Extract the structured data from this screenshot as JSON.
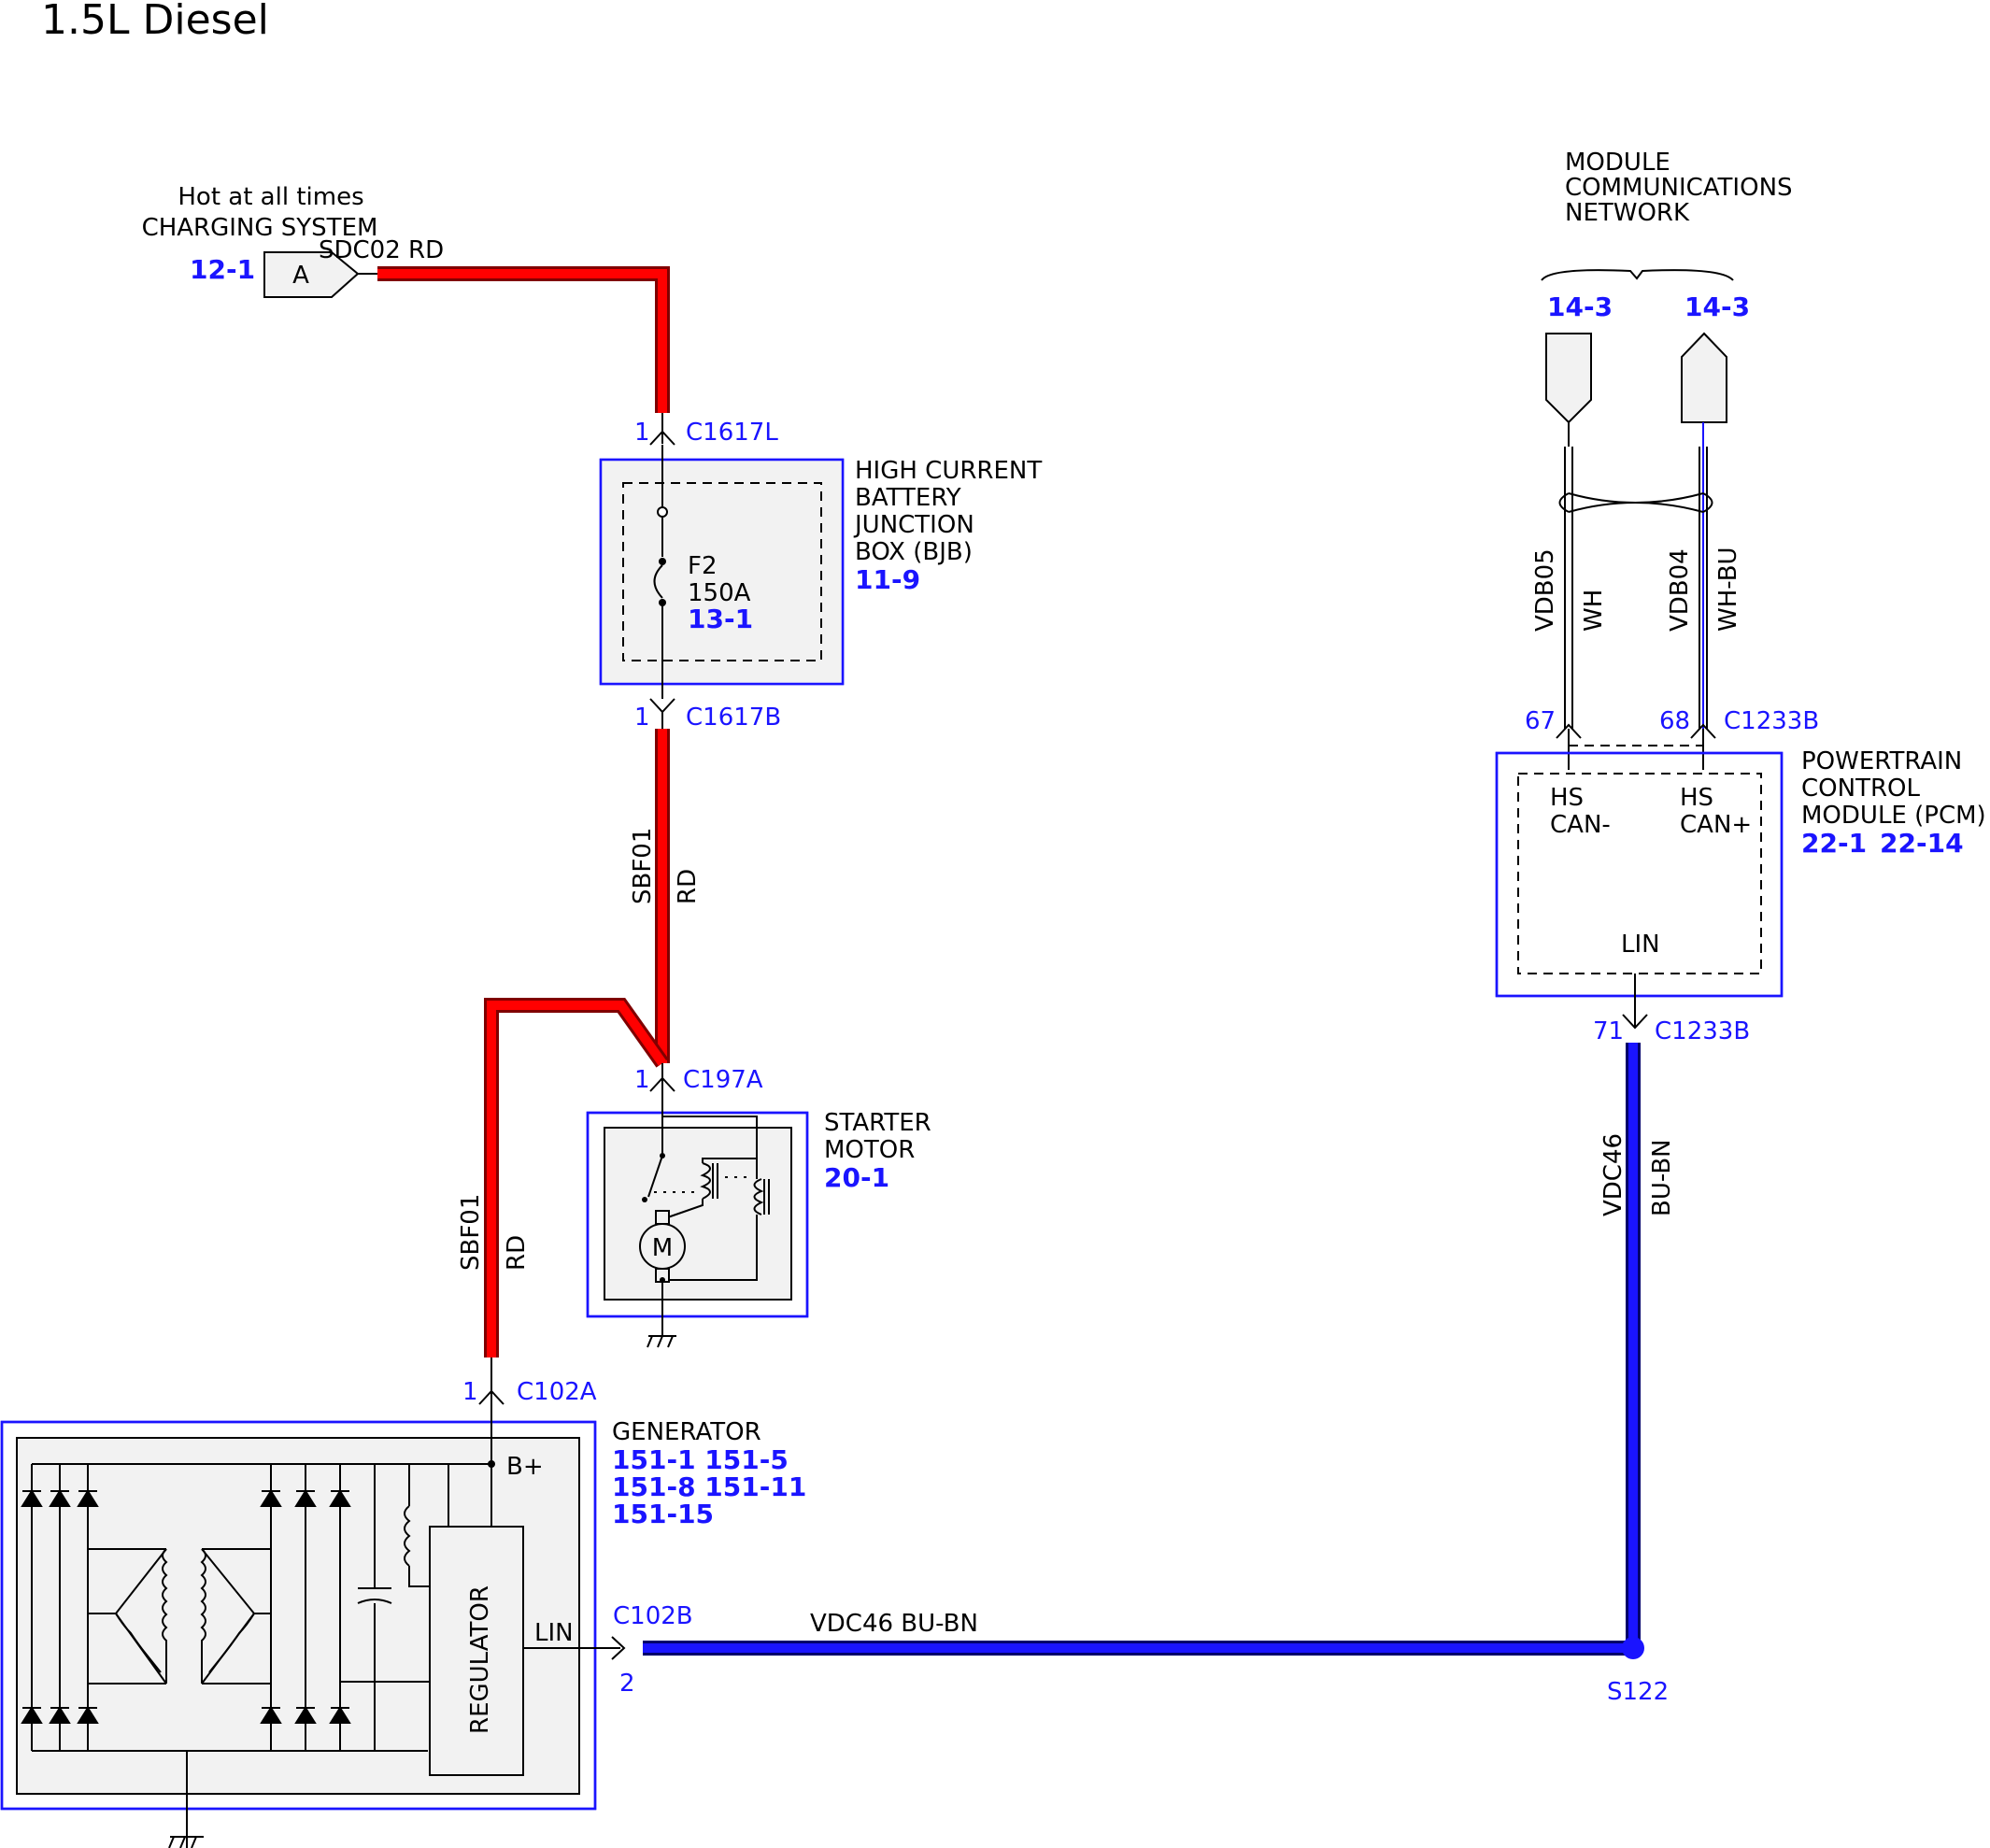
{
  "title": "1.5L Diesel",
  "colors": {
    "red_wire": "#ff0000",
    "red_wire_outline": "#800000",
    "blue_wire": "#1a14ff",
    "blue_wire_outline": "#00006a",
    "component_outline": "#1a14ff",
    "component_fill": "#f2f2f2"
  },
  "source": {
    "line1": "Hot at all times",
    "line2": "CHARGING SYSTEM",
    "ref": "12-1",
    "connector_letter": "A"
  },
  "wire_sdc02": {
    "label": "SDC02  RD"
  },
  "bjb": {
    "top_pin": "1",
    "top_conn": "C1617L",
    "bottom_pin": "1",
    "bottom_conn": "C1617B",
    "name_lines": [
      "HIGH CURRENT",
      "BATTERY",
      "JUNCTION",
      "BOX (BJB)"
    ],
    "ref": "11-9",
    "fuse_name": "F2",
    "fuse_rating": "150A",
    "fuse_ref": "13-1"
  },
  "wire_sbf01_upper": {
    "circuit": "SBF01",
    "color": "RD"
  },
  "wire_sbf01_lower": {
    "circuit": "SBF01",
    "color": "RD"
  },
  "starter": {
    "pin": "1",
    "conn": "C197A",
    "name_lines": [
      "STARTER",
      "MOTOR"
    ],
    "ref": "20-1",
    "motor_letter": "M"
  },
  "generator": {
    "pin": "1",
    "conn": "C102A",
    "name": "GENERATOR",
    "refs": [
      "151-1 151-5",
      "151-8  151-11",
      "151-15"
    ],
    "bplus": "B+",
    "regulator": "REGULATOR",
    "lin": "LIN",
    "lin_conn": "C102B",
    "lin_pin": "2"
  },
  "wire_vdc46_h": {
    "label": "VDC46  BU-BN"
  },
  "wire_vdc46_v": {
    "circuit": "VDC46",
    "color": "BU-BN"
  },
  "splice": {
    "name": "S122"
  },
  "network": {
    "lines": [
      "MODULE",
      "COMMUNICATIONS",
      "NETWORK"
    ],
    "left_ref": "14-3",
    "right_ref": "14-3"
  },
  "can_wires": {
    "left_circuit": "VDB05",
    "left_color": "WH",
    "right_circuit": "VDB04",
    "right_color": "WH-BU"
  },
  "pcm": {
    "pin_left": "67",
    "pin_right": "68",
    "conn_top": "C1233B",
    "name_lines": [
      "POWERTRAIN",
      "CONTROL",
      "MODULE (PCM)"
    ],
    "refs": [
      "22-1",
      "22-14"
    ],
    "hs_can_minus": [
      "HS",
      "CAN-"
    ],
    "hs_can_plus": [
      "HS",
      "CAN+"
    ],
    "lin": "LIN",
    "pin_bottom": "71",
    "conn_bottom": "C1233B"
  }
}
